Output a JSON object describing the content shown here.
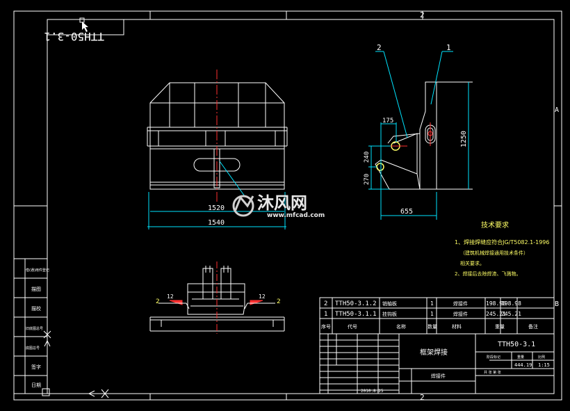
{
  "drawing": {
    "title_box": "TTH50-3.1",
    "zone_top": "2",
    "zone_bottom": "2",
    "zone_right_a": "A",
    "zone_right_b": "B"
  },
  "front_view": {
    "dim_inner": "1520",
    "dim_outer": "1540"
  },
  "side_view": {
    "balloon_1": "1",
    "balloon_2": "2",
    "dim_175": "175",
    "dim_240": "240",
    "dim_270": "270",
    "dim_1250": "1250",
    "dim_655": "655"
  },
  "top_view": {
    "left_label": "2",
    "left_weld": "12",
    "right_label": "2",
    "right_weld": "12"
  },
  "tech_req": {
    "heading": "技术要求",
    "line1": "1、焊接焊缝应符合JG/T5082.1-1996",
    "line2": "（建筑机械焊接通用技术条件）",
    "line3": "相关要求。",
    "line4": "2、焊接后去除焊渣、飞溅物。"
  },
  "parts_list": {
    "rows": [
      {
        "seq": "2",
        "code": "TTH50-3.1.2",
        "name": "销轴板",
        "qty": "1",
        "material": "焊接件",
        "unit_w": "198.98",
        "total_w": "198.98"
      },
      {
        "seq": "1",
        "code": "TTH50-3.1.1",
        "name": "挂钩板",
        "qty": "1",
        "material": "焊接件",
        "unit_w": "245.21",
        "total_w": "245.21"
      }
    ],
    "header": {
      "seq": "序号",
      "code": "代号",
      "name": "名称",
      "qty": "数量",
      "material": "材料",
      "weight": "重量",
      "note": "备注"
    }
  },
  "title_block": {
    "drawing_name": "框架焊接",
    "drawing_no": "TTH50-3.1",
    "weight": "444.19",
    "scale": "1:15",
    "stage_label": "阶段标记",
    "weight_label": "重量",
    "scale_label": "比例",
    "sheet_label": "共  张   第  张",
    "material_label": "焊接件",
    "date": "2010.8.25"
  },
  "left_strip": {
    "items": [
      "借(通)用件登记",
      "描图",
      "描校",
      "旧底图总号",
      "底图总号",
      "签字",
      "日期"
    ]
  },
  "watermark": {
    "brand": "沐风网",
    "url": "www.mfcad.com"
  }
}
